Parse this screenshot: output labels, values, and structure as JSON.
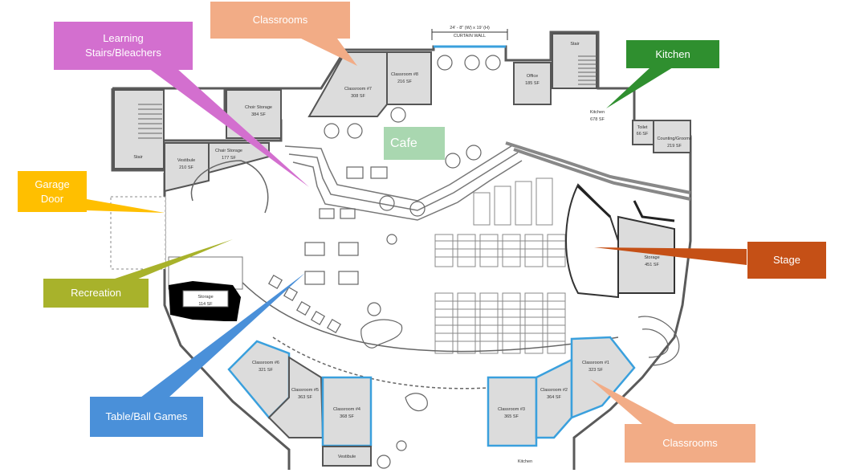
{
  "colors": {
    "classrooms": "#f2ac86",
    "learning_stairs": "#d36fcf",
    "kitchen": "#2f8f2f",
    "cafe": "#a9d7b0",
    "garage": "#ffbf00",
    "recreation": "#a8b22b",
    "stage": "#c55016",
    "table_games": "#4a90d9",
    "room_fill": "#dcdcdc",
    "wall": "#5a5a5a",
    "room_outline_blue": "#3aa0dd"
  },
  "callouts": {
    "classrooms_top": "Classrooms",
    "learning_stairs": "Learning\nStairs/Bleachers",
    "kitchen": "Kitchen",
    "cafe": "Cafe",
    "garage_door": "Garage\nDoor",
    "recreation": "Recreation",
    "stage": "Stage",
    "table_ball_games": "Table/Ball Games",
    "classrooms_bottom": "Classrooms"
  },
  "rooms": {
    "curtain_wall_dim": "24' - 8\" (W) x 19' (H)",
    "curtain_wall": "CURTAIN WALL",
    "classroom7": {
      "name": "Classroom #7",
      "area": "308 SF"
    },
    "classroom8": {
      "name": "Classroom #8",
      "area": "216 SF"
    },
    "office": {
      "name": "Office",
      "area": "185 SF"
    },
    "stair_top": "Stair",
    "kitchen": {
      "name": "Kitchen",
      "area": "678 SF"
    },
    "toilet": {
      "name": "Toilet",
      "area": "66 SF"
    },
    "counting": {
      "name": "Counting/Grooms",
      "area": "219 SF"
    },
    "choir_storage": {
      "name": "Choir Storage",
      "area": "384 SF"
    },
    "stair_left": "Stair",
    "vestibule_left": {
      "name": "Vestibule",
      "area": "210 SF"
    },
    "chair_storage": {
      "name": "Chair Storage",
      "area": "177 SF"
    },
    "storage_stage": {
      "name": "Storage",
      "area": "451 SF"
    },
    "storage_left": {
      "name": "Storage",
      "area": "114 SF"
    },
    "classroom6": {
      "name": "Classroom #6",
      "area": "321 SF"
    },
    "classroom5": {
      "name": "Classroom #5",
      "area": "363 SF"
    },
    "classroom4": {
      "name": "Classroom #4",
      "area": "368 SF"
    },
    "classroom3": {
      "name": "Classroom #3",
      "area": "365 SF"
    },
    "classroom2": {
      "name": "Classroom #2",
      "area": "364 SF"
    },
    "classroom1": {
      "name": "Classroom #1",
      "area": "323 SF"
    },
    "vestibule_bottom": "Vestibule",
    "kitchen_bottom": "Kitchen"
  }
}
